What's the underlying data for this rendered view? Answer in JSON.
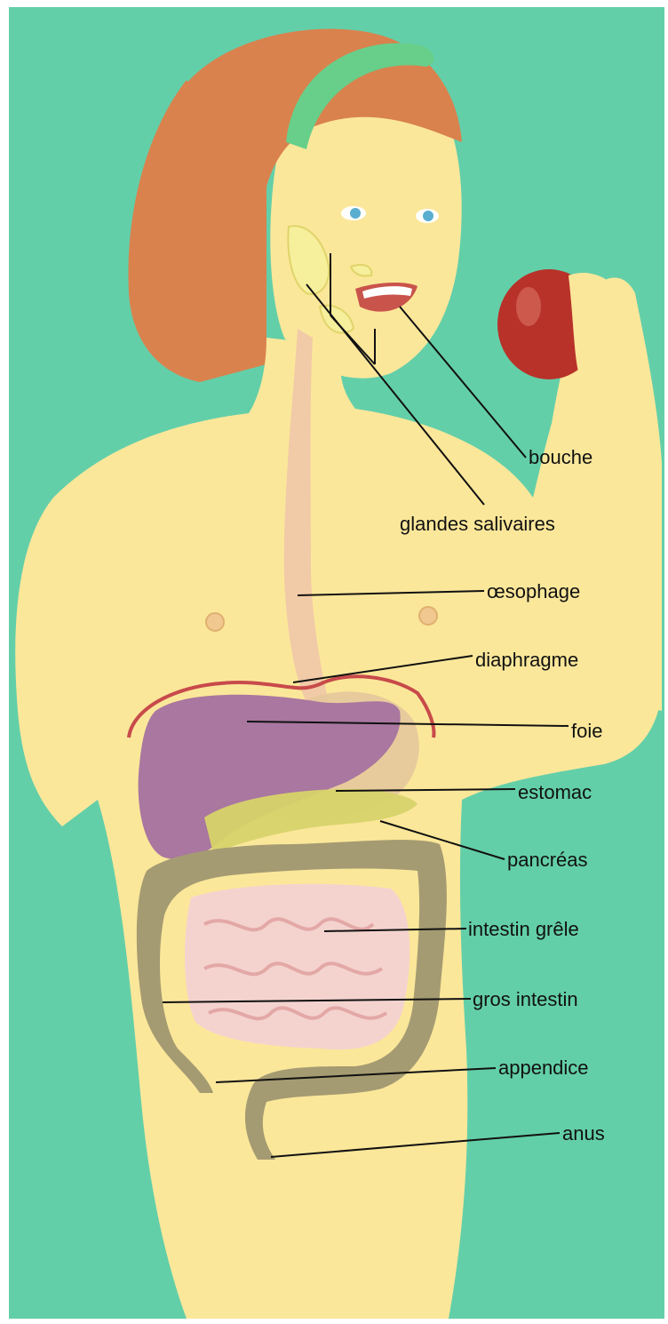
{
  "colors": {
    "background": "#63cfa9",
    "skin": "#fbe79a",
    "hair": "#d9824e",
    "headband": "#67cf8a",
    "liver": "#a977a0",
    "stomach": "#e6c89c",
    "pancreas": "#d7d36a",
    "large_intestine": "#a59b72",
    "small_intestine": "#f4d3cf",
    "apple": "#b8322a",
    "diaphragm": "#c84a4a",
    "label_line": "#111111"
  },
  "labels": {
    "bouche": "bouche",
    "glandes": "glandes salivaires",
    "oesophage": "œsophage",
    "diaphragme": "diaphragme",
    "foie": "foie",
    "estomac": "estomac",
    "pancreas": "pancréas",
    "intestin_grele": "intestin grêle",
    "gros_intestin": "gros intestin",
    "appendice": "appendice",
    "anus": "anus"
  }
}
